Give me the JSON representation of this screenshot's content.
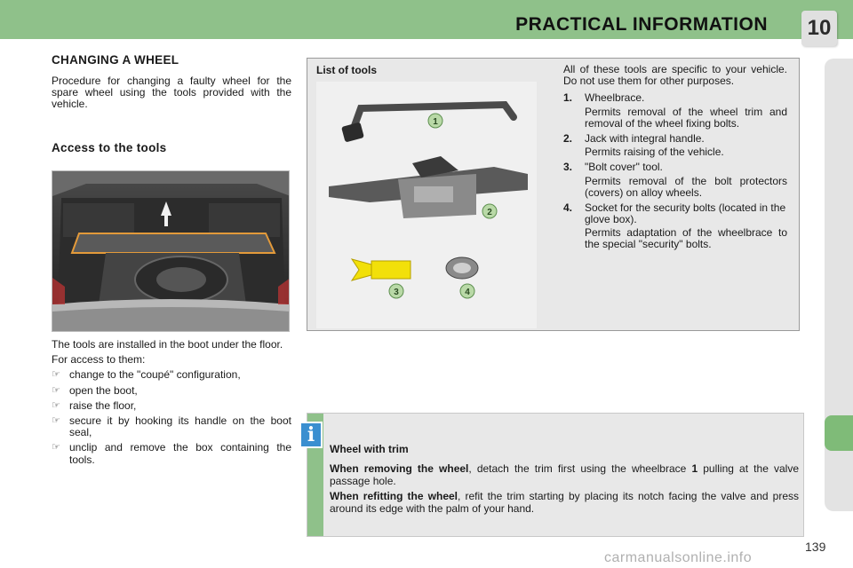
{
  "header": {
    "title": "PRACTICAL INFORMATION",
    "chapter": "10"
  },
  "left": {
    "heading": "CHANGING A WHEEL",
    "intro": "Procedure for changing a faulty wheel for the spare wheel using the tools provided with the vehicle.",
    "subheading": "Access to the tools",
    "location": "The tools are installed in the boot under the floor.",
    "access_lead": "For access to them:",
    "steps": [
      "change to the \"coupé\" configuration,",
      "open the boot,",
      "raise the floor,",
      "secure it by hooking its handle on the boot seal,",
      "unclip and remove the box containing the tools."
    ],
    "bullet_icon": "pointing-hand-icon"
  },
  "tools": {
    "title": "List of tools",
    "intro": "All of these tools are specific to your vehicle. Do not use them for other purposes.",
    "items": [
      {
        "num": "1.",
        "name": "Wheelbrace.",
        "desc": "Permits removal of the wheel trim and removal of the wheel fixing bolts."
      },
      {
        "num": "2.",
        "name": "Jack with integral handle.",
        "desc": "Permits raising of the vehicle."
      },
      {
        "num": "3.",
        "name": "\"Bolt cover\" tool.",
        "desc": "Permits removal of the bolt protectors (covers) on alloy wheels."
      },
      {
        "num": "4.",
        "name": "Socket for the security bolts (located in the glove box).",
        "desc": "Permits adaptation of the wheelbrace to the special \"security\" bolts."
      }
    ],
    "callouts": [
      "1",
      "2",
      "3",
      "4"
    ]
  },
  "info": {
    "icon": "i",
    "title": "Wheel with trim",
    "removing_label": "When removing the wheel",
    "removing_text_a": ", detach the trim first using the wheelbrace ",
    "removing_ref": "1",
    "removing_text_b": " pulling at the valve passage hole.",
    "refitting_label": "When refitting the wheel",
    "refitting_text": ", refit the trim starting by placing its notch facing the valve and press around its edge with the palm of your hand."
  },
  "page_number": "139",
  "watermark": "carmanualsonline.info",
  "colors": {
    "accent_green": "#8fc18a",
    "info_blue": "#3a8fd0",
    "box_grey": "#e8e8e8"
  }
}
